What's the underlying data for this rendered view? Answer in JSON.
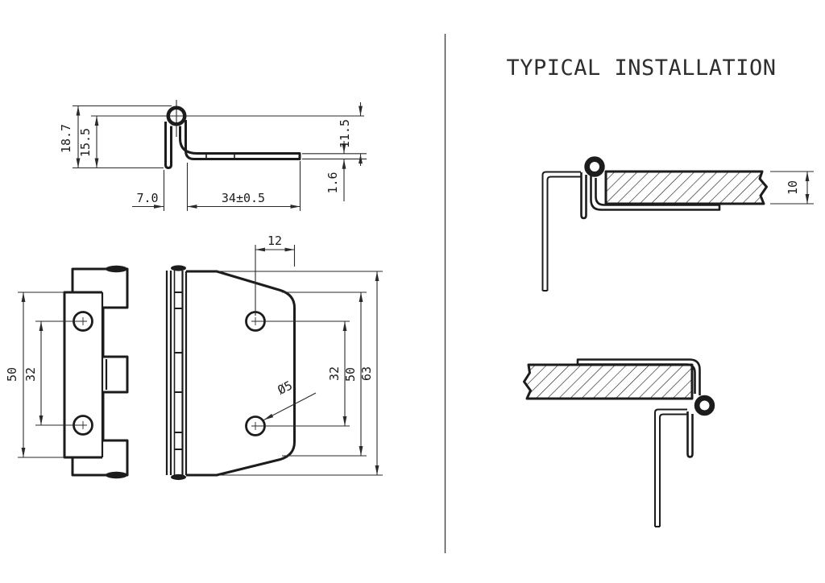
{
  "title": "TYPICAL INSTALLATION",
  "side_view": {
    "overall_height": "18.7",
    "leaf_height": "15.5",
    "leaf_offset": "7.0",
    "leaf_length": "34±0.5",
    "center_to_face": "11.5",
    "material_thickness": "1.6"
  },
  "leaf_front_view": {
    "body_height": "50",
    "hole_pitch": "32"
  },
  "flag_front_view": {
    "hole_to_edge": "12",
    "hole_pitch": "32",
    "body_height": "50",
    "overall_height": "63",
    "hole_diameter": "Ø5"
  },
  "installation_view": {
    "panel_thickness": "10"
  },
  "colors": {
    "line": "#1c1c1c",
    "dimension": "#2a2a2a",
    "background": "#ffffff"
  }
}
